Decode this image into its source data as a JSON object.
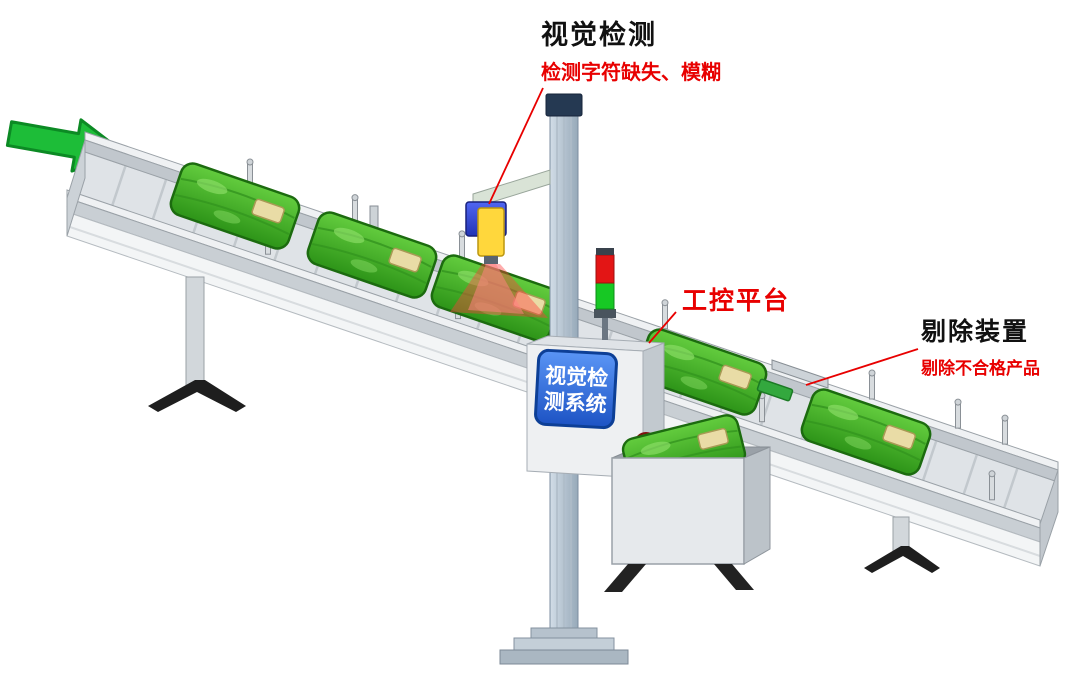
{
  "labels": {
    "vision_title": "视觉检测",
    "vision_desc": "检测字符缺失、模糊",
    "control_platform": "工控平台",
    "reject_title": "剔除装置",
    "reject_desc": "剔除不合格产品"
  },
  "screen": {
    "line1": "视觉检",
    "line2": "测系统"
  },
  "colors": {
    "flow_arrow_green": "#1dbd38",
    "annotation_red": "#e80000",
    "label_black": "#111111",
    "screen_blue": "#2b6fe0",
    "screen_text_white": "#ffffff",
    "package_green": "#3aa024",
    "camera_body_blue": "#3a4fd8",
    "camera_light_yellow": "#ffd73c",
    "beam_red": "#ff4646",
    "tower_red": "#e31515",
    "tower_green": "#17c824",
    "conveyor_gray": "#dfe3e7",
    "column_steel": "#b9c7d6"
  }
}
